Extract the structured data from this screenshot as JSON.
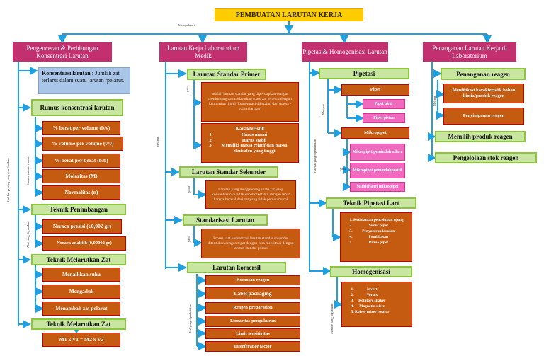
{
  "title": "PEMBUATAN LARUTAN KERJA",
  "top_link": "Mempelajari",
  "col1": {
    "header": "Pengenceran & Perhitungan Konsentrasi Larutan",
    "side_label": "Hal-hal penting yang diperhatikan",
    "konsentrasi_term": "Konsentrasi larutan :",
    "konsentrasi_def": "Jumlah zat terlarut dalam suatu larutan /pelarut.",
    "rumus": "Rumus konsentrasi larutan",
    "rumus_link": "Macam-macam rumus",
    "rumus_items": [
      "% berat per volume (b/v)",
      "% volume per volume (v/v)",
      "% berat per berat (b/b)",
      "Molaritas (M)",
      "Normalitas (n)"
    ],
    "penimbangan": "Teknik Penimbangan",
    "penimbangan_link": "Alat yang digunakan",
    "penimbangan_items": [
      "Neraca presisi (±0,002 gr)",
      "Neraca analitik (0,00002 gr)"
    ],
    "melarutkan": "Teknik Melarutkan Zat",
    "melarutkan_items": [
      "Menaikkan suhu",
      "Mengaduk",
      "Menambah zat pelarut"
    ],
    "melarutkan2": "Teknik Melarutkan Zat",
    "formula": "M1 x V1 = M2 x V2"
  },
  "col2": {
    "header": "Larutan Kerja Laboratorium Medik",
    "side_label": "Meliputi",
    "primer": "Larutan Standar Primer",
    "primer_link": "yaitu",
    "primer_def": "adalah larutan standar yang dipersiapkan dengan menimbang dan melarutkan suatu zat tertentu dengan kemurnian tinggi (konsentrasi diketahui dari massa - volum larutan)",
    "karakteristik": "Karakteristik",
    "karak_items": [
      "Harus murni",
      "Harus stabil",
      "Memiliki massa relatif dan massa ekuivalen yang tinggi"
    ],
    "sekunder": "Larutan Standar Sekunder",
    "sekunder_link": "yaitu",
    "sekunder_def": "Larutan yang mengandung suatu zat yang konsentrasinya tidak dapat diketahui dengan tepat karena berasal dari zat yang tidak pernah murni",
    "standarisasi": "Standarisasi Larutan",
    "standarisasi_link": "yaitu",
    "standarisasi_def": "Proses saat konsentrasi larutan standar sekunder ditentukan dengan tepat dengan cara mentitrasi dengan larutan standar primer",
    "komersil": "Larutan komersil",
    "komersil_link": "Hal yang diperhatikan",
    "komersil_items": [
      "Komosan reagen",
      "Label packaging",
      "Reagen preparation",
      "Linearitas pengukuran",
      "Limit sensitivitas",
      "Interferance factor"
    ]
  },
  "col3": {
    "header": "Pipetasi& Homogenisasi Larutan",
    "side_label": "Hal-hal yang diperhatikan",
    "pipetasi": "Pipetasi",
    "pipetasi_link": "Meliputi",
    "pipet": "Pipet",
    "pipet_items": [
      "Pipet ukur",
      "Pipet piston"
    ],
    "mikropipet": "Mikropipet",
    "mikropipet_link": "yaitu",
    "mikropipet_items": [
      "Mikropipet pemindah udara",
      "Mikropipet pemindahpositif",
      "Multichanel mikropipet"
    ],
    "teknik_pipetasi": "Teknik Pipetasi Lart",
    "teknik_pipetasi_items": [
      "Kedalaman pencelupan ujung",
      "Sudut pipet",
      "Penyaluran larutan",
      "Pembilasan",
      "Ritme pipet"
    ],
    "homogenisasi": "Homogenisasi",
    "homogenisasi_link": "Metode yang digunakan",
    "homogenisasi_items": [
      "Invert",
      "Vortex",
      "Rotatory shaker",
      "Magnetic stirer",
      "Roleer mixer rotator"
    ]
  },
  "col4": {
    "header": "Penanganan Larutan Kerja di Laboratorium",
    "penanganan": "Penanganan reagen",
    "penanganan_link": "Meliputi",
    "penanganan_items": [
      "Identifikasi karakteristik bahan kimia/produk reagen",
      "Penyimpanan reagen"
    ],
    "memilih": "Memilih produk reagen",
    "pengelolaan": "Pengelolaan stok reagen"
  }
}
